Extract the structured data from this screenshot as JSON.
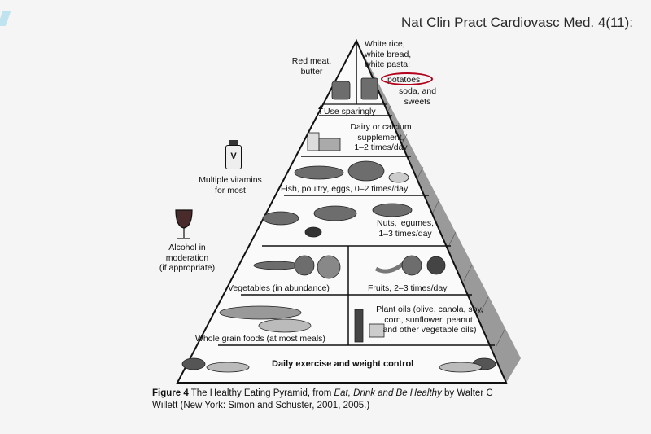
{
  "citation": "Nat Clin Pract Cardiovasc Med. 4(11):",
  "tiers": {
    "top_left": "Red meat,\nbutter",
    "top_right": "White rice,\nwhite bread,\nwhite pasta;",
    "potatoes": "potatoes",
    "soda": "soda, and\nsweets",
    "use_sparingly": "Use sparingly",
    "dairy": "Dairy or calcium\nsupplement,\n1–2 times/day",
    "fish": "Fish, poultry, eggs, 0–2 times/day",
    "nuts": "Nuts, legumes,\n1–3 times/day",
    "vegetables": "Vegetables (in abundance)",
    "fruits": "Fruits, 2–3 times/day",
    "whole_grain": "Whole grain foods (at most meals)",
    "plant_oils": "Plant oils (olive, canola, soy,\ncorn, sunflower, peanut,\nand other vegetable oils)",
    "exercise": "Daily exercise and weight control"
  },
  "side": {
    "vitamins": "Multiple vitamins\nfor most",
    "vitamin_letter": "V",
    "alcohol": "Alcohol in\nmoderation\n(if appropriate)"
  },
  "caption": {
    "figure": "Figure 4",
    "text1": " The Healthy Eating Pyramid, from ",
    "book": "Eat, Drink and Be Healthy",
    "text2": " by Walter C Willett (New York: Simon and Schuster, 2001, 2005.)"
  },
  "colors": {
    "highlight": "#b3001b",
    "background": "#f5f5f5"
  }
}
